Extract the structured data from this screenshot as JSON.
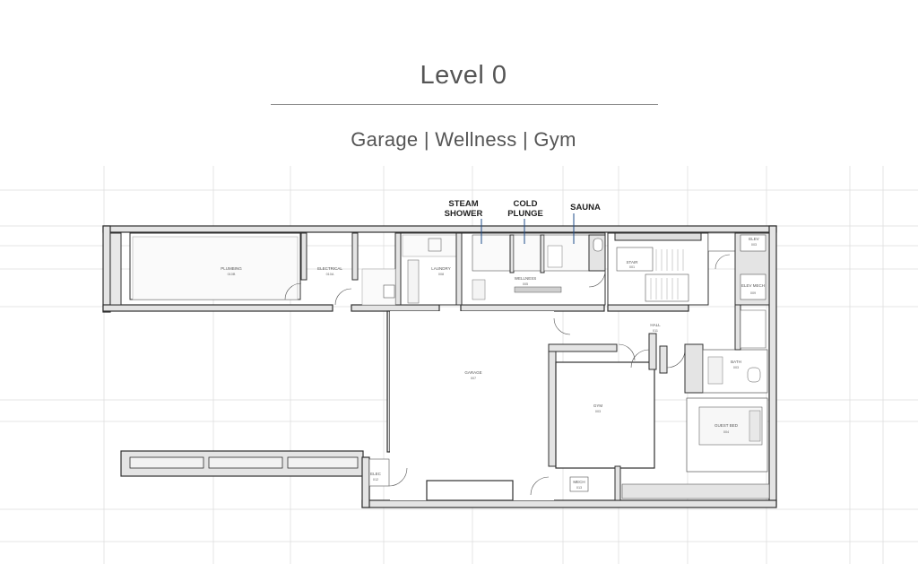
{
  "header": {
    "title": "Level 0",
    "subtitle": "Garage | Wellness | Gym"
  },
  "callouts": {
    "steam_shower_line1": "STEAM",
    "steam_shower_line2": "SHOWER",
    "cold_plunge_line1": "COLD",
    "cold_plunge_line2": "PLUNGE",
    "sauna": "SAUNA"
  },
  "rooms": {
    "plumbing": {
      "name": "PLUMBING",
      "number": "010B"
    },
    "electrical": {
      "name": "ELECTRICAL",
      "number": "010A"
    },
    "laundry": {
      "name": "LAUNDRY",
      "number": "008"
    },
    "wellness": {
      "name": "WELLNESS",
      "number": "005"
    },
    "stair": {
      "name": "STAIR",
      "number": "001"
    },
    "elev": {
      "name": "ELEV",
      "number": "003"
    },
    "elev_mech": {
      "name": "ELEV MECH",
      "number": "009"
    },
    "hall": {
      "name": "HALL",
      "number": "011"
    },
    "garage": {
      "name": "GARAGE",
      "number": "007"
    },
    "gym": {
      "name": "GYM",
      "number": "003"
    },
    "bath": {
      "name": "BATH",
      "number": "003"
    },
    "guest_bed": {
      "name": "GUEST BED",
      "number": "004"
    },
    "elec": {
      "name": "ELEC",
      "number": "012"
    },
    "mech": {
      "name": "MECH",
      "number": "013"
    }
  },
  "colors": {
    "wall": "#2f2f2f",
    "wall_fill": "#e4e4e4",
    "grid": "#d9d9d9",
    "text": "#555555",
    "callout_line": "#1f4d8a"
  }
}
